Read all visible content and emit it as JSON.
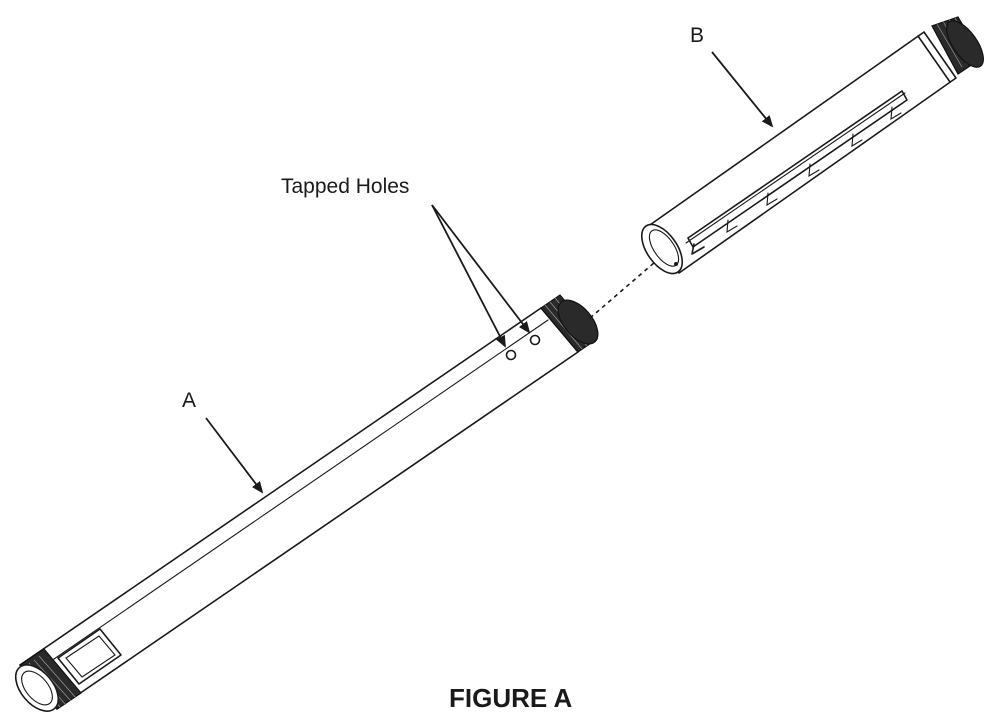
{
  "labels": {
    "part_a": "A",
    "part_b": "B",
    "tapped_holes": "Tapped Holes"
  },
  "caption": "FIGURE A"
}
